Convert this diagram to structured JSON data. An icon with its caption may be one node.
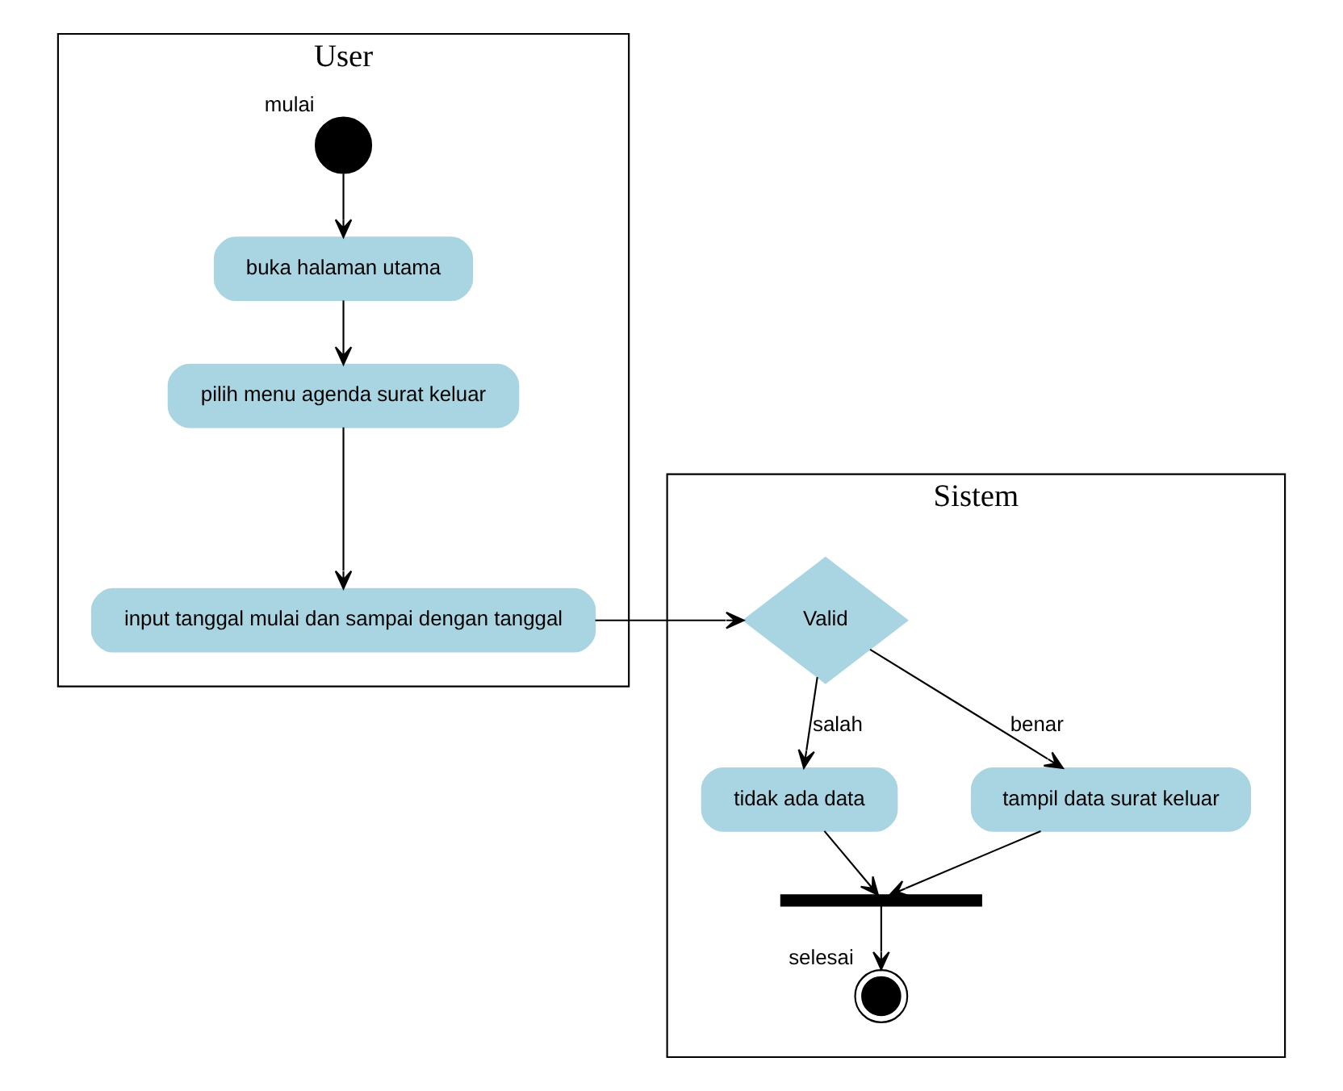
{
  "diagram": {
    "nodes": [
      {
        "text": [
          "User"
        ]
      },
      {
        "text": [
          "Sistem"
        ]
      },
      {
        "text": [],
        "shape": "circle",
        "beside": [
          "mulai"
        ],
        "in": 0
      },
      {
        "text": [
          "buka halaman utama"
        ],
        "in": 0
      },
      {
        "text": [
          "pilih menu agenda surat keluar"
        ],
        "in": 0
      },
      {
        "text": [
          "input tanggal mulai dan sampai dengan tanggal"
        ],
        "in": 0
      },
      {
        "text": [
          "Valid"
        ],
        "in": 1
      },
      {
        "text": [
          "tidak ada data"
        ],
        "in": 1
      },
      {
        "text": [
          "tampil data surat keluar"
        ],
        "in": 1
      },
      {
        "text": [],
        "shape": "bar",
        "in": 1
      },
      {
        "text": [],
        "shape": "circle",
        "beside": [
          "selesai"
        ],
        "in": 1
      }
    ],
    "edges": [
      {
        "from": 2,
        "to": 3,
        "arrow": "to"
      },
      {
        "from": 3,
        "to": 4,
        "arrow": "to"
      },
      {
        "from": 4,
        "to": 5,
        "arrow": "to"
      },
      {
        "from": 5,
        "to": 6,
        "arrow": "to"
      },
      {
        "from": 6,
        "to": 7,
        "arrow": "to",
        "label": "salah"
      },
      {
        "from": 6,
        "to": 8,
        "arrow": "to",
        "label": "benar"
      },
      {
        "from": 8,
        "to": 9,
        "arrow": "to"
      },
      {
        "from": 7,
        "to": 9,
        "arrow": "to"
      },
      {
        "from": 9,
        "to": 10,
        "arrow": "to"
      }
    ]
  }
}
